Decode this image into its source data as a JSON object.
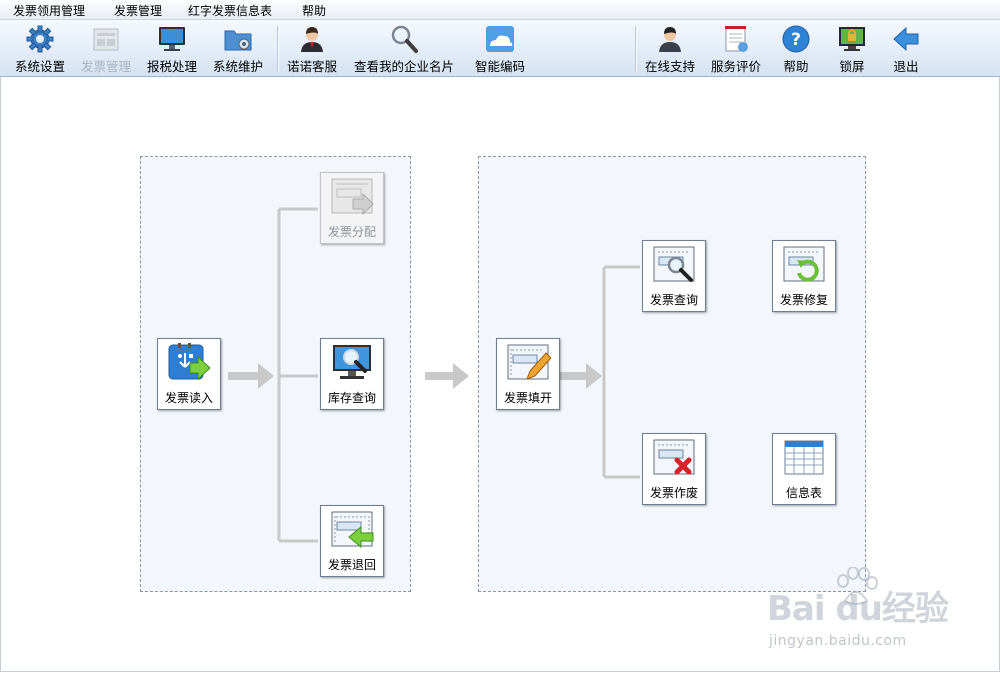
{
  "menu": [
    "发票领用管理",
    "发票管理",
    "红字发票信息表",
    "帮助"
  ],
  "toolbar": {
    "items": [
      {
        "label": "系统设置",
        "icon": "gear-icon",
        "enabled": true
      },
      {
        "label": "发票管理",
        "icon": "invoice-icon",
        "enabled": false
      },
      {
        "label": "报税处理",
        "icon": "monitor-icon",
        "enabled": true
      },
      {
        "label": "系统维护",
        "icon": "folder-gear-icon",
        "enabled": true
      },
      {
        "label": "诺诺客服",
        "icon": "service-person-icon",
        "enabled": true
      },
      {
        "label": "查看我的企业名片",
        "icon": "magnifier-icon",
        "enabled": true
      },
      {
        "label": "智能编码",
        "icon": "cloud-icon",
        "enabled": true
      },
      {
        "label": "在线支持",
        "icon": "support-person-icon",
        "enabled": true
      },
      {
        "label": "服务评价",
        "icon": "notepad-icon",
        "enabled": true
      },
      {
        "label": "帮助",
        "icon": "help-icon",
        "enabled": true
      },
      {
        "label": "锁屏",
        "icon": "lock-screen-icon",
        "enabled": true
      },
      {
        "label": "退出",
        "icon": "exit-arrow-icon",
        "enabled": true
      }
    ]
  },
  "flow": {
    "left": {
      "read": {
        "label": "发票读入",
        "icon": "usb-import-icon"
      },
      "distribute": {
        "label": "发票分配",
        "icon": "invoice-forward-icon",
        "enabled": false
      },
      "stock": {
        "label": "库存查询",
        "icon": "monitor-search-icon"
      },
      "return": {
        "label": "发票退回",
        "icon": "invoice-return-icon"
      }
    },
    "right": {
      "issue": {
        "label": "发票填开",
        "icon": "invoice-pen-icon"
      },
      "query": {
        "label": "发票查询",
        "icon": "invoice-search-icon"
      },
      "repair": {
        "label": "发票修复",
        "icon": "invoice-repair-icon"
      },
      "void": {
        "label": "发票作废",
        "icon": "invoice-void-icon"
      },
      "infotable": {
        "label": "信息表",
        "icon": "table-icon"
      }
    }
  },
  "watermark": {
    "brand": "Bai du经验",
    "url": "jingyan.baidu.com"
  }
}
